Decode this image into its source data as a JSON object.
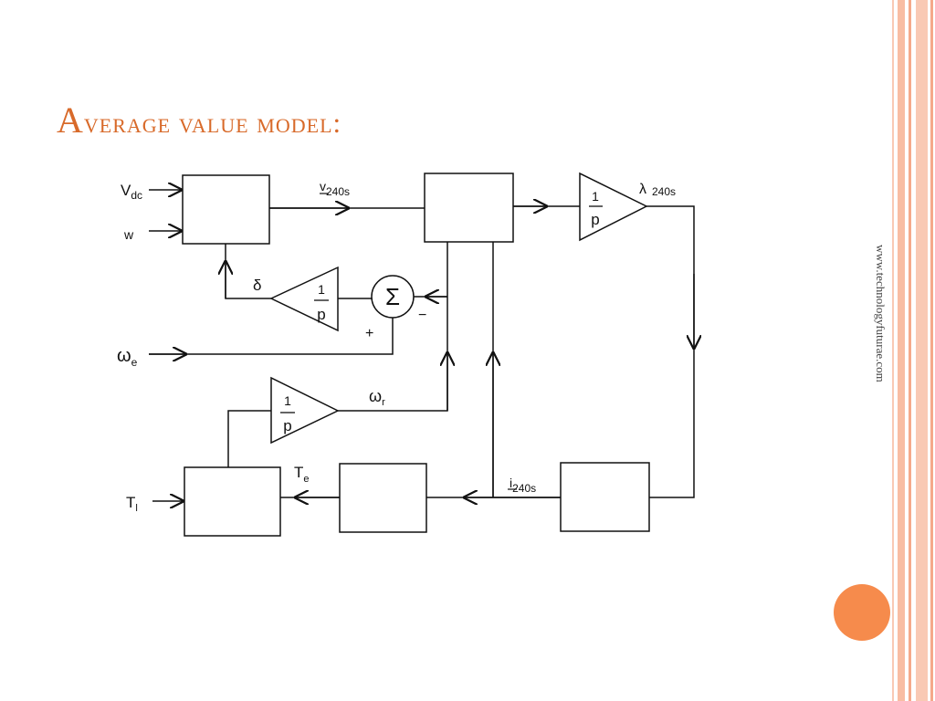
{
  "title": {
    "first_letter": "A",
    "rest": "verage value model:"
  },
  "website": "www.technologyfuturae.com",
  "colors": {
    "accent": "#f68b4c",
    "title": "#d86a2a",
    "frame_light": "#f9c9b4",
    "frame_mid": "#f5a98a"
  },
  "diagram": {
    "labels": {
      "vdc_main": "V",
      "vdc_sub": "dc",
      "w": "w",
      "omega_e_main": "ω",
      "omega_e_sub": "e",
      "tl_main": "T",
      "tl_sub": "l",
      "v240s_main": "v",
      "v240s_sub": "240s",
      "lambda240s_main": "λ",
      "lambda240s_sub": "240s",
      "i240s_main": "i",
      "i240s_sub": "240s",
      "delta": "δ",
      "omega_r_main": "ω",
      "omega_r_sub": "r",
      "te_main": "T",
      "te_sub": "e",
      "sum_symbol": "Σ",
      "plus": "+",
      "minus": "−",
      "integrator_num": "1",
      "integrator_den": "p"
    }
  }
}
